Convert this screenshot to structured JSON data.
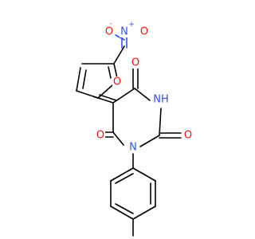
{
  "molecule": {
    "atoms": {
      "nitro_n": {
        "symbol": "N",
        "charge": "+",
        "color": "#3050f8"
      },
      "nitro_o_minus": {
        "symbol": "O",
        "charge": "-",
        "color": "#ff0d0d"
      },
      "nitro_o_double": {
        "symbol": "O",
        "color": "#ff0d0d"
      },
      "furan_o": {
        "symbol": "O",
        "color": "#ff0d0d"
      },
      "c4_o": {
        "symbol": "O",
        "color": "#ff0d0d"
      },
      "nh": {
        "symbol": "NH",
        "color": "#3050f8"
      },
      "c2_o": {
        "symbol": "O",
        "color": "#ff0d0d"
      },
      "ring_n": {
        "symbol": "N",
        "color": "#3050f8"
      },
      "c6_o": {
        "symbol": "O",
        "color": "#ff0d0d"
      }
    }
  }
}
